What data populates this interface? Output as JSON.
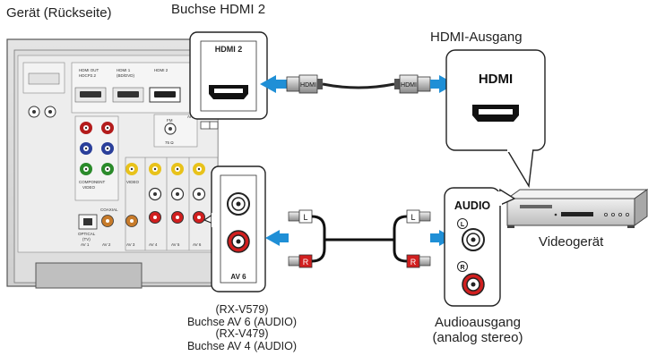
{
  "labels": {
    "device_rear": "Gerät (Rückseite)",
    "hdmi2_jack": "Buchse HDMI 2",
    "hdmi_output": "HDMI-Ausgang",
    "video_device": "Videogerät",
    "audio_output_line1": "Audioausgang",
    "audio_output_line2": "(analog stereo)"
  },
  "model_notes": [
    "(RX-V579)",
    "Buchse AV 6 (AUDIO)",
    "(RX-V479)",
    "Buchse AV 4 (AUDIO)"
  ],
  "callouts": {
    "hdmi2_box_title": "HDMI 2",
    "hdmi_out_title": "HDMI",
    "av6_box_title": "AV 6",
    "audio_box_title": "AUDIO"
  },
  "cable": {
    "hdmi_plug_left": "HDMI",
    "hdmi_plug_right": "HDMI",
    "left_channel": "L",
    "right_channel": "R",
    "jack_left": "L",
    "jack_right": "R"
  },
  "panel_labels": {
    "hdmi_out": "HDMI OUT",
    "hdmi_out_sub": "HDCP2.2",
    "hdmi1": "HDMI 1",
    "hdmi1_sub": "(BD/DVD)",
    "hdmi2": "HDMI 2",
    "arc": "ARC",
    "fm": "FM",
    "ohm": "75 Ω",
    "component": "COMPONENT",
    "video": "VIDEO",
    "optical": "OPTICAL",
    "optical_sub": "(TV)",
    "coaxial": "COAXIAL",
    "av1": "AV 1",
    "av2": "AV 2",
    "av3": "AV 3",
    "av4": "AV 4",
    "av5": "AV 5",
    "av6": "AV 6"
  },
  "colors": {
    "arrow_blue": "#1f8fd6",
    "connector_red": "#d11f1f",
    "panel_gray": "#d6d6d6",
    "component_green": "#2a8a2a",
    "component_blue": "#2a3f9a",
    "component_red": "#b31c1c",
    "video_yellow": "#e8c21a"
  }
}
